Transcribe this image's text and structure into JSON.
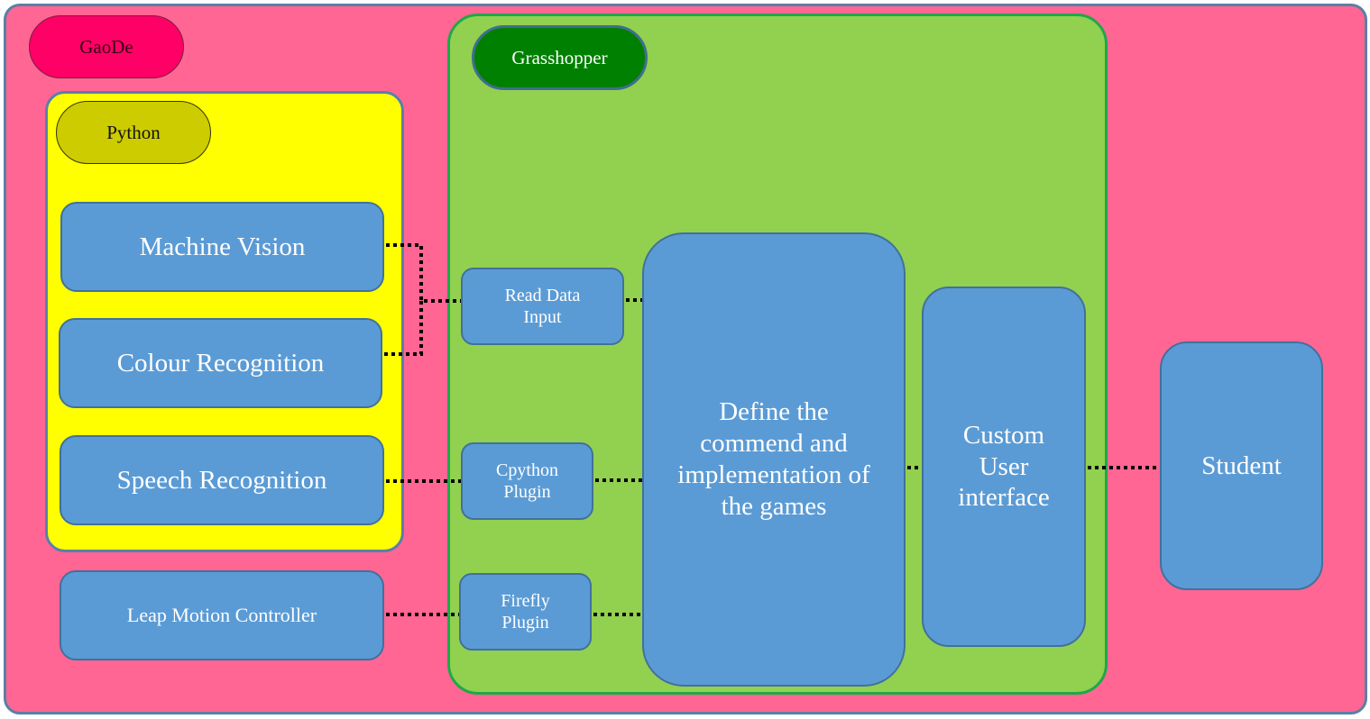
{
  "diagram": {
    "containers": {
      "gaode": {
        "label": "GaoDe",
        "color": "#ff6694",
        "label_color": "#ff0066"
      },
      "python": {
        "label": "Python",
        "color": "#ffff00",
        "label_color": "#cccc00"
      },
      "grasshopper": {
        "label": "Grasshopper",
        "color": "#92d050",
        "label_color": "#008000"
      }
    },
    "nodes": {
      "machine_vision": "Machine Vision",
      "colour_recognition": "Colour Recognition",
      "speech_recognition": "Speech Recognition",
      "leap_motion": "Leap Motion Controller",
      "read_data_input": "Read Data Input",
      "cpython_plugin": "Cpython Plugin",
      "firefly_plugin": "Firefly Plugin",
      "define_games": "Define the commend and implementation of the games",
      "custom_ui": "Custom User interface",
      "student": "Student"
    },
    "node_color": "#5b9bd5",
    "edges": [
      {
        "from": "machine_vision",
        "to": "read_data_input",
        "style": "dotted"
      },
      {
        "from": "colour_recognition",
        "to": "read_data_input",
        "style": "dotted"
      },
      {
        "from": "speech_recognition",
        "to": "cpython_plugin",
        "style": "dotted"
      },
      {
        "from": "leap_motion",
        "to": "firefly_plugin",
        "style": "dotted"
      },
      {
        "from": "read_data_input",
        "to": "define_games",
        "style": "dotted"
      },
      {
        "from": "cpython_plugin",
        "to": "define_games",
        "style": "dotted"
      },
      {
        "from": "firefly_plugin",
        "to": "define_games",
        "style": "dotted"
      },
      {
        "from": "define_games",
        "to": "custom_ui",
        "style": "dotted"
      },
      {
        "from": "custom_ui",
        "to": "student",
        "style": "dotted"
      }
    ]
  }
}
